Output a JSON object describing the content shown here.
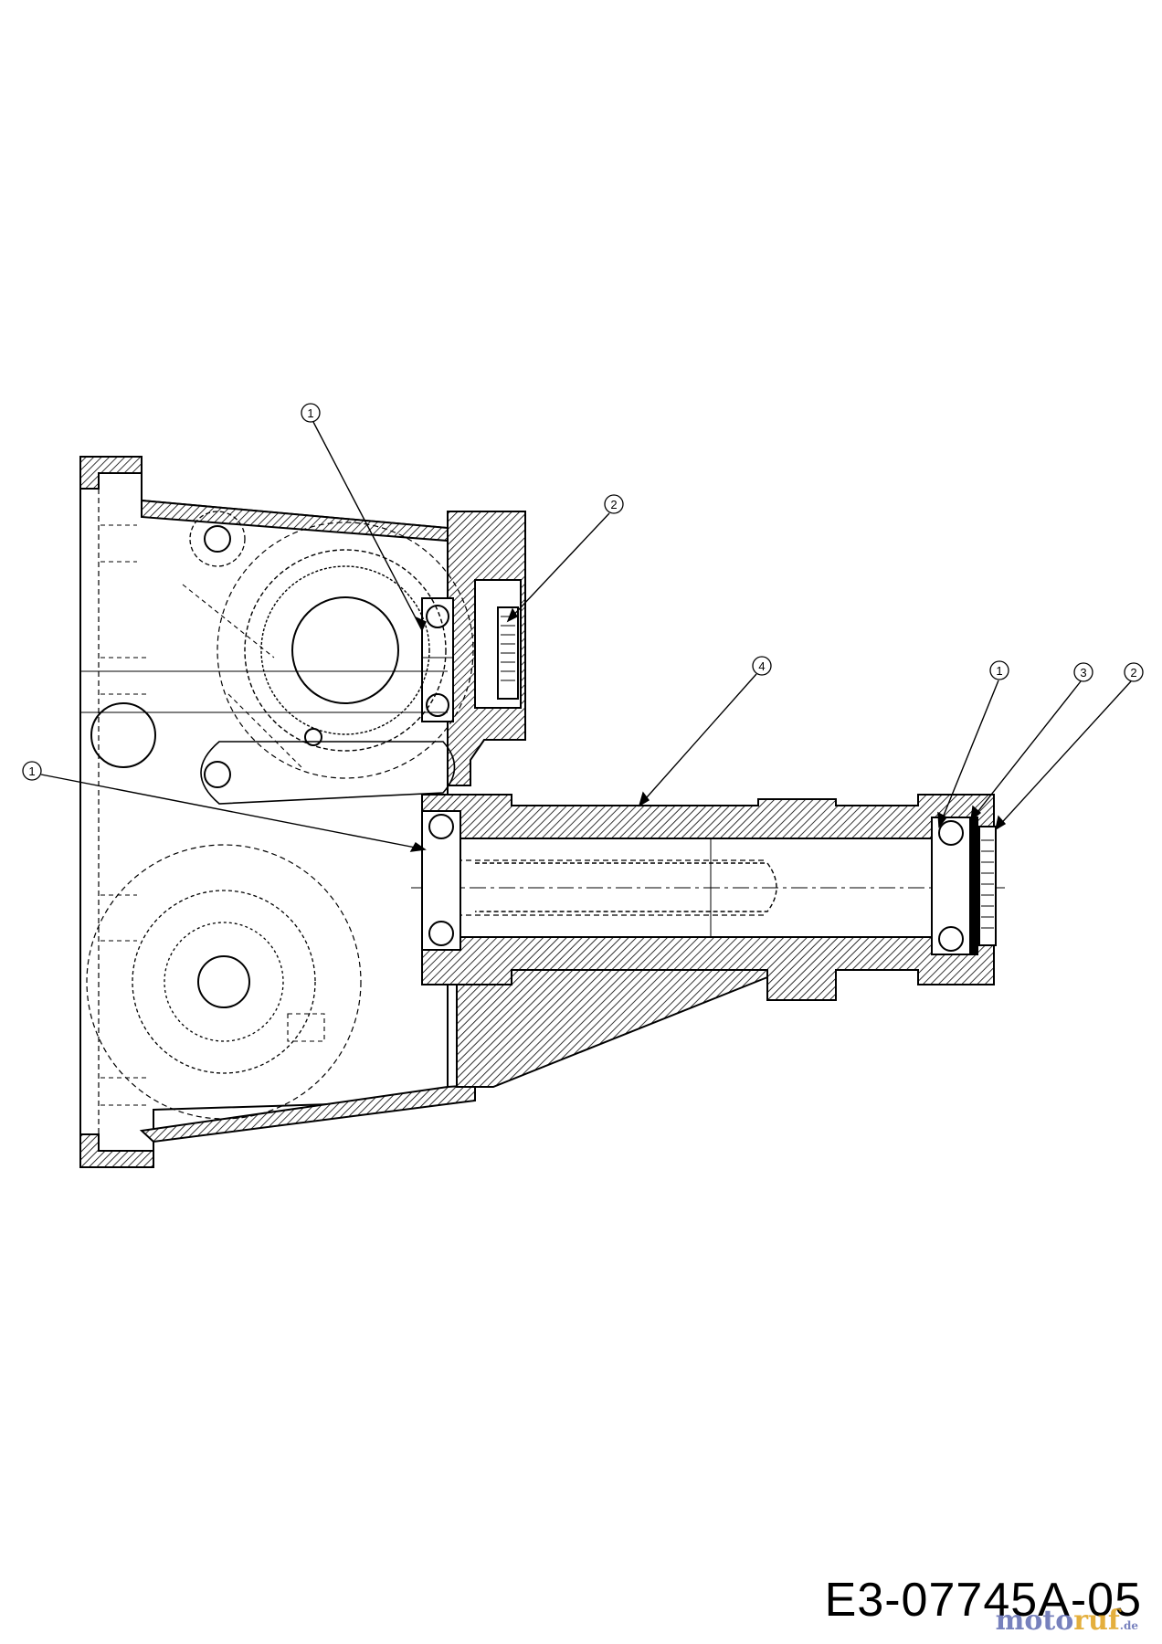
{
  "drawing": {
    "part_number": "E3-07745A-05",
    "callouts": [
      {
        "id": "callout-1-top",
        "label": "1"
      },
      {
        "id": "callout-2-top",
        "label": "2"
      },
      {
        "id": "callout-4",
        "label": "4"
      },
      {
        "id": "callout-1-right",
        "label": "1"
      },
      {
        "id": "callout-3",
        "label": "3"
      },
      {
        "id": "callout-2-right",
        "label": "2"
      },
      {
        "id": "callout-1-left",
        "label": "1"
      }
    ]
  },
  "watermark": {
    "main": "moto",
    "accent": "ruf",
    "suffix": ".de"
  }
}
